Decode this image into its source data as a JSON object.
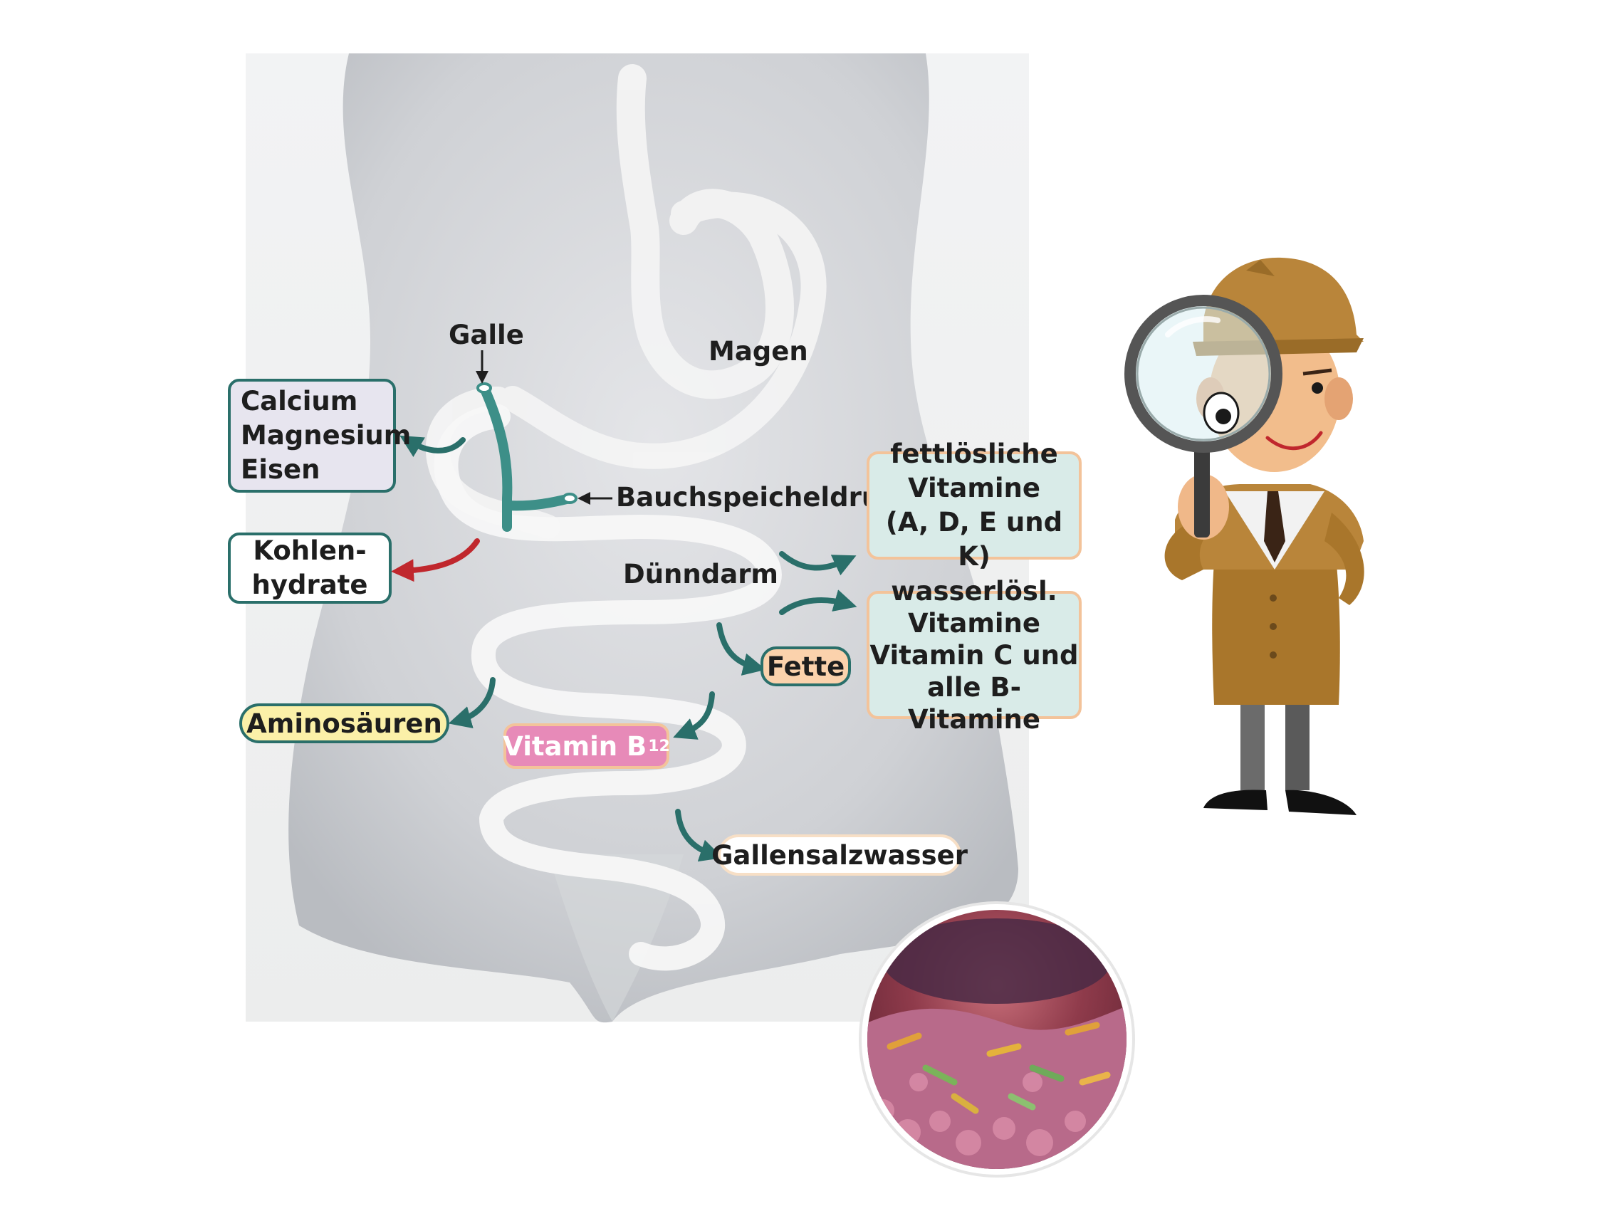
{
  "labels": {
    "galle": "Galle",
    "magen": "Magen",
    "bauchspeicheldruese": "Bauchspeicheldrüse",
    "duenndarm": "Dünndarm"
  },
  "boxes": {
    "minerals": [
      "Calcium",
      "Magnesium",
      "Eisen"
    ],
    "kohlenhydrate": [
      "Kohlen-",
      "hydrate"
    ],
    "fat_soluble": [
      "fettlösliche",
      "Vitamine",
      "(A, D, E und K)"
    ],
    "water_soluble": [
      "wasserlösl.",
      "Vitamine",
      "Vitamin C und",
      "alle B-Vitamine"
    ]
  },
  "pills": {
    "aminosaeuren": "Aminosäuren",
    "fette": "Fette",
    "vitamin_b": "Vitamin B",
    "vitamin_b_sub": "12",
    "gallensalzwasser": "Gallensalzwasser"
  },
  "colors": {
    "teal": "#2a6f6a",
    "red_arrow": "#c0272d",
    "orange_border": "#f3c39a",
    "body_gray": "#c9cbcf"
  },
  "icons": {
    "detective": "detective-with-magnifier-icon",
    "microscope_inset": "intestinal-villi-bacteria-icon"
  }
}
